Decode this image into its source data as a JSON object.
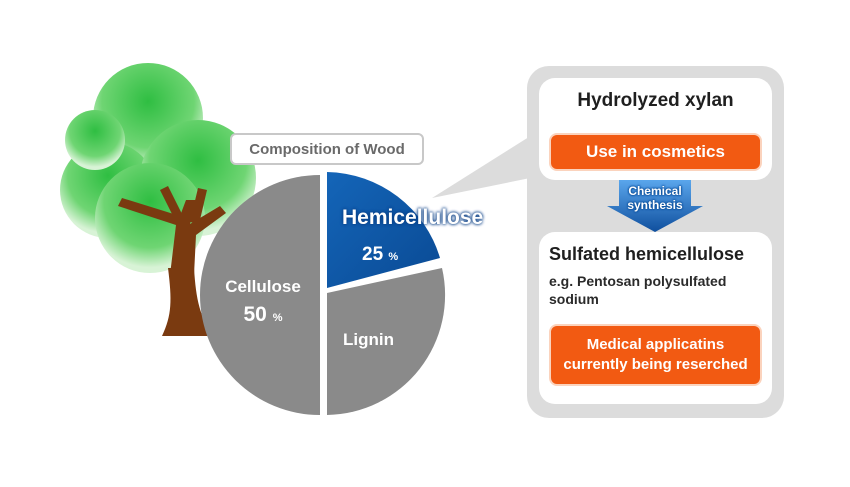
{
  "diagram": {
    "title": "Composition of Wood",
    "pie": {
      "hemicellulose": {
        "name": "Hemicellulose",
        "percent": "25",
        "unit": "%"
      },
      "cellulose": {
        "name": "Cellulose",
        "percent": "50",
        "unit": "%"
      },
      "lignin": {
        "name": "Lignin"
      }
    },
    "panel": {
      "top": {
        "heading": "Hydrolyzed xylan",
        "button": "Use in cosmetics"
      },
      "arrow_label": [
        "Chemical",
        "synthesis"
      ],
      "bottom": {
        "heading": "Sulfated hemicellulose",
        "example": "e.g. Pentosan polysulfated sodium",
        "button": "Medical applicatins currently being reserched"
      }
    }
  },
  "colors": {
    "tree_foliage": "#36c04a",
    "tree_trunk": "#7a3a10",
    "pie_gray": "#8a8a8a",
    "hemicellulose_blue": "#0b56a6",
    "panel_gray": "#dcdcdc",
    "accent_orange": "#f25a12",
    "arrow_blue": "#1b6fc9"
  }
}
